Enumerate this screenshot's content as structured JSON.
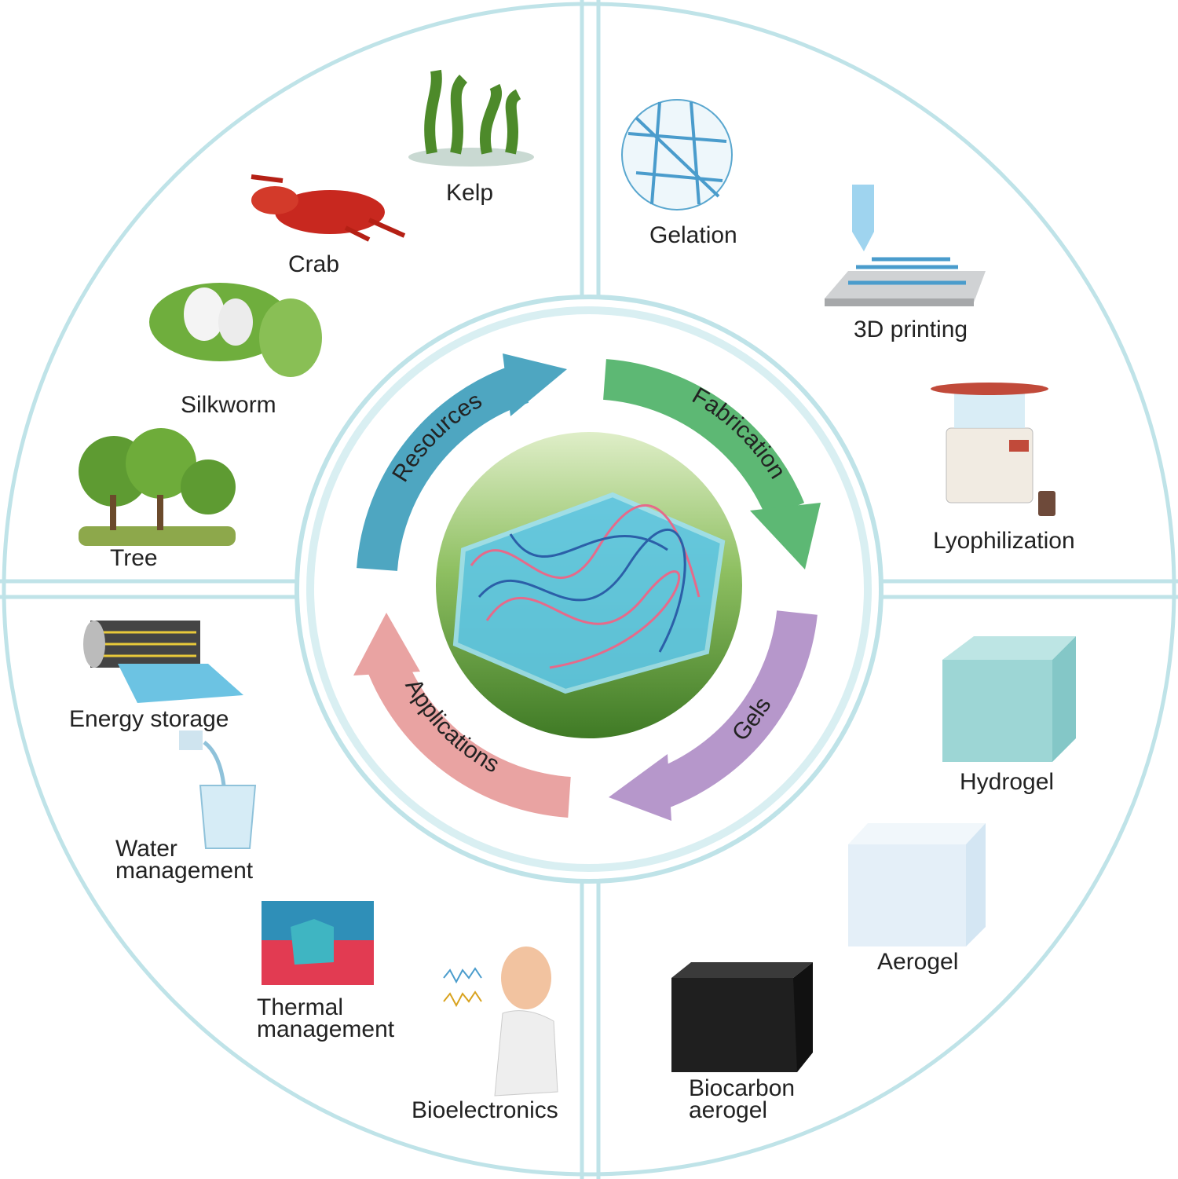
{
  "cycle": {
    "resources": "Resources",
    "fabrication": "Fabrication",
    "gels": "Gels",
    "applications": "Applications"
  },
  "colors": {
    "resources": "#4ea6c1",
    "fabrication": "#5db874",
    "gels": "#b697cb",
    "applications": "#e9a3a2",
    "ring": "#bfe3e8"
  },
  "resources": {
    "kelp": "Kelp",
    "crab": "Crab",
    "silkworm": "Silkworm",
    "tree": "Tree"
  },
  "fabrication": {
    "gelation": "Gelation",
    "printing": "3D printing",
    "lyophilization": "Lyophilization"
  },
  "gels": {
    "hydrogel": "Hydrogel",
    "aerogel": "Aerogel",
    "biocarbon_line1": "Biocarbon",
    "biocarbon_line2": "aerogel"
  },
  "applications": {
    "energy": "Energy storage",
    "water_line1": "Water",
    "water_line2": "management",
    "thermal_line1": "Thermal",
    "thermal_line2": "management",
    "bio": "Bioelectronics"
  }
}
